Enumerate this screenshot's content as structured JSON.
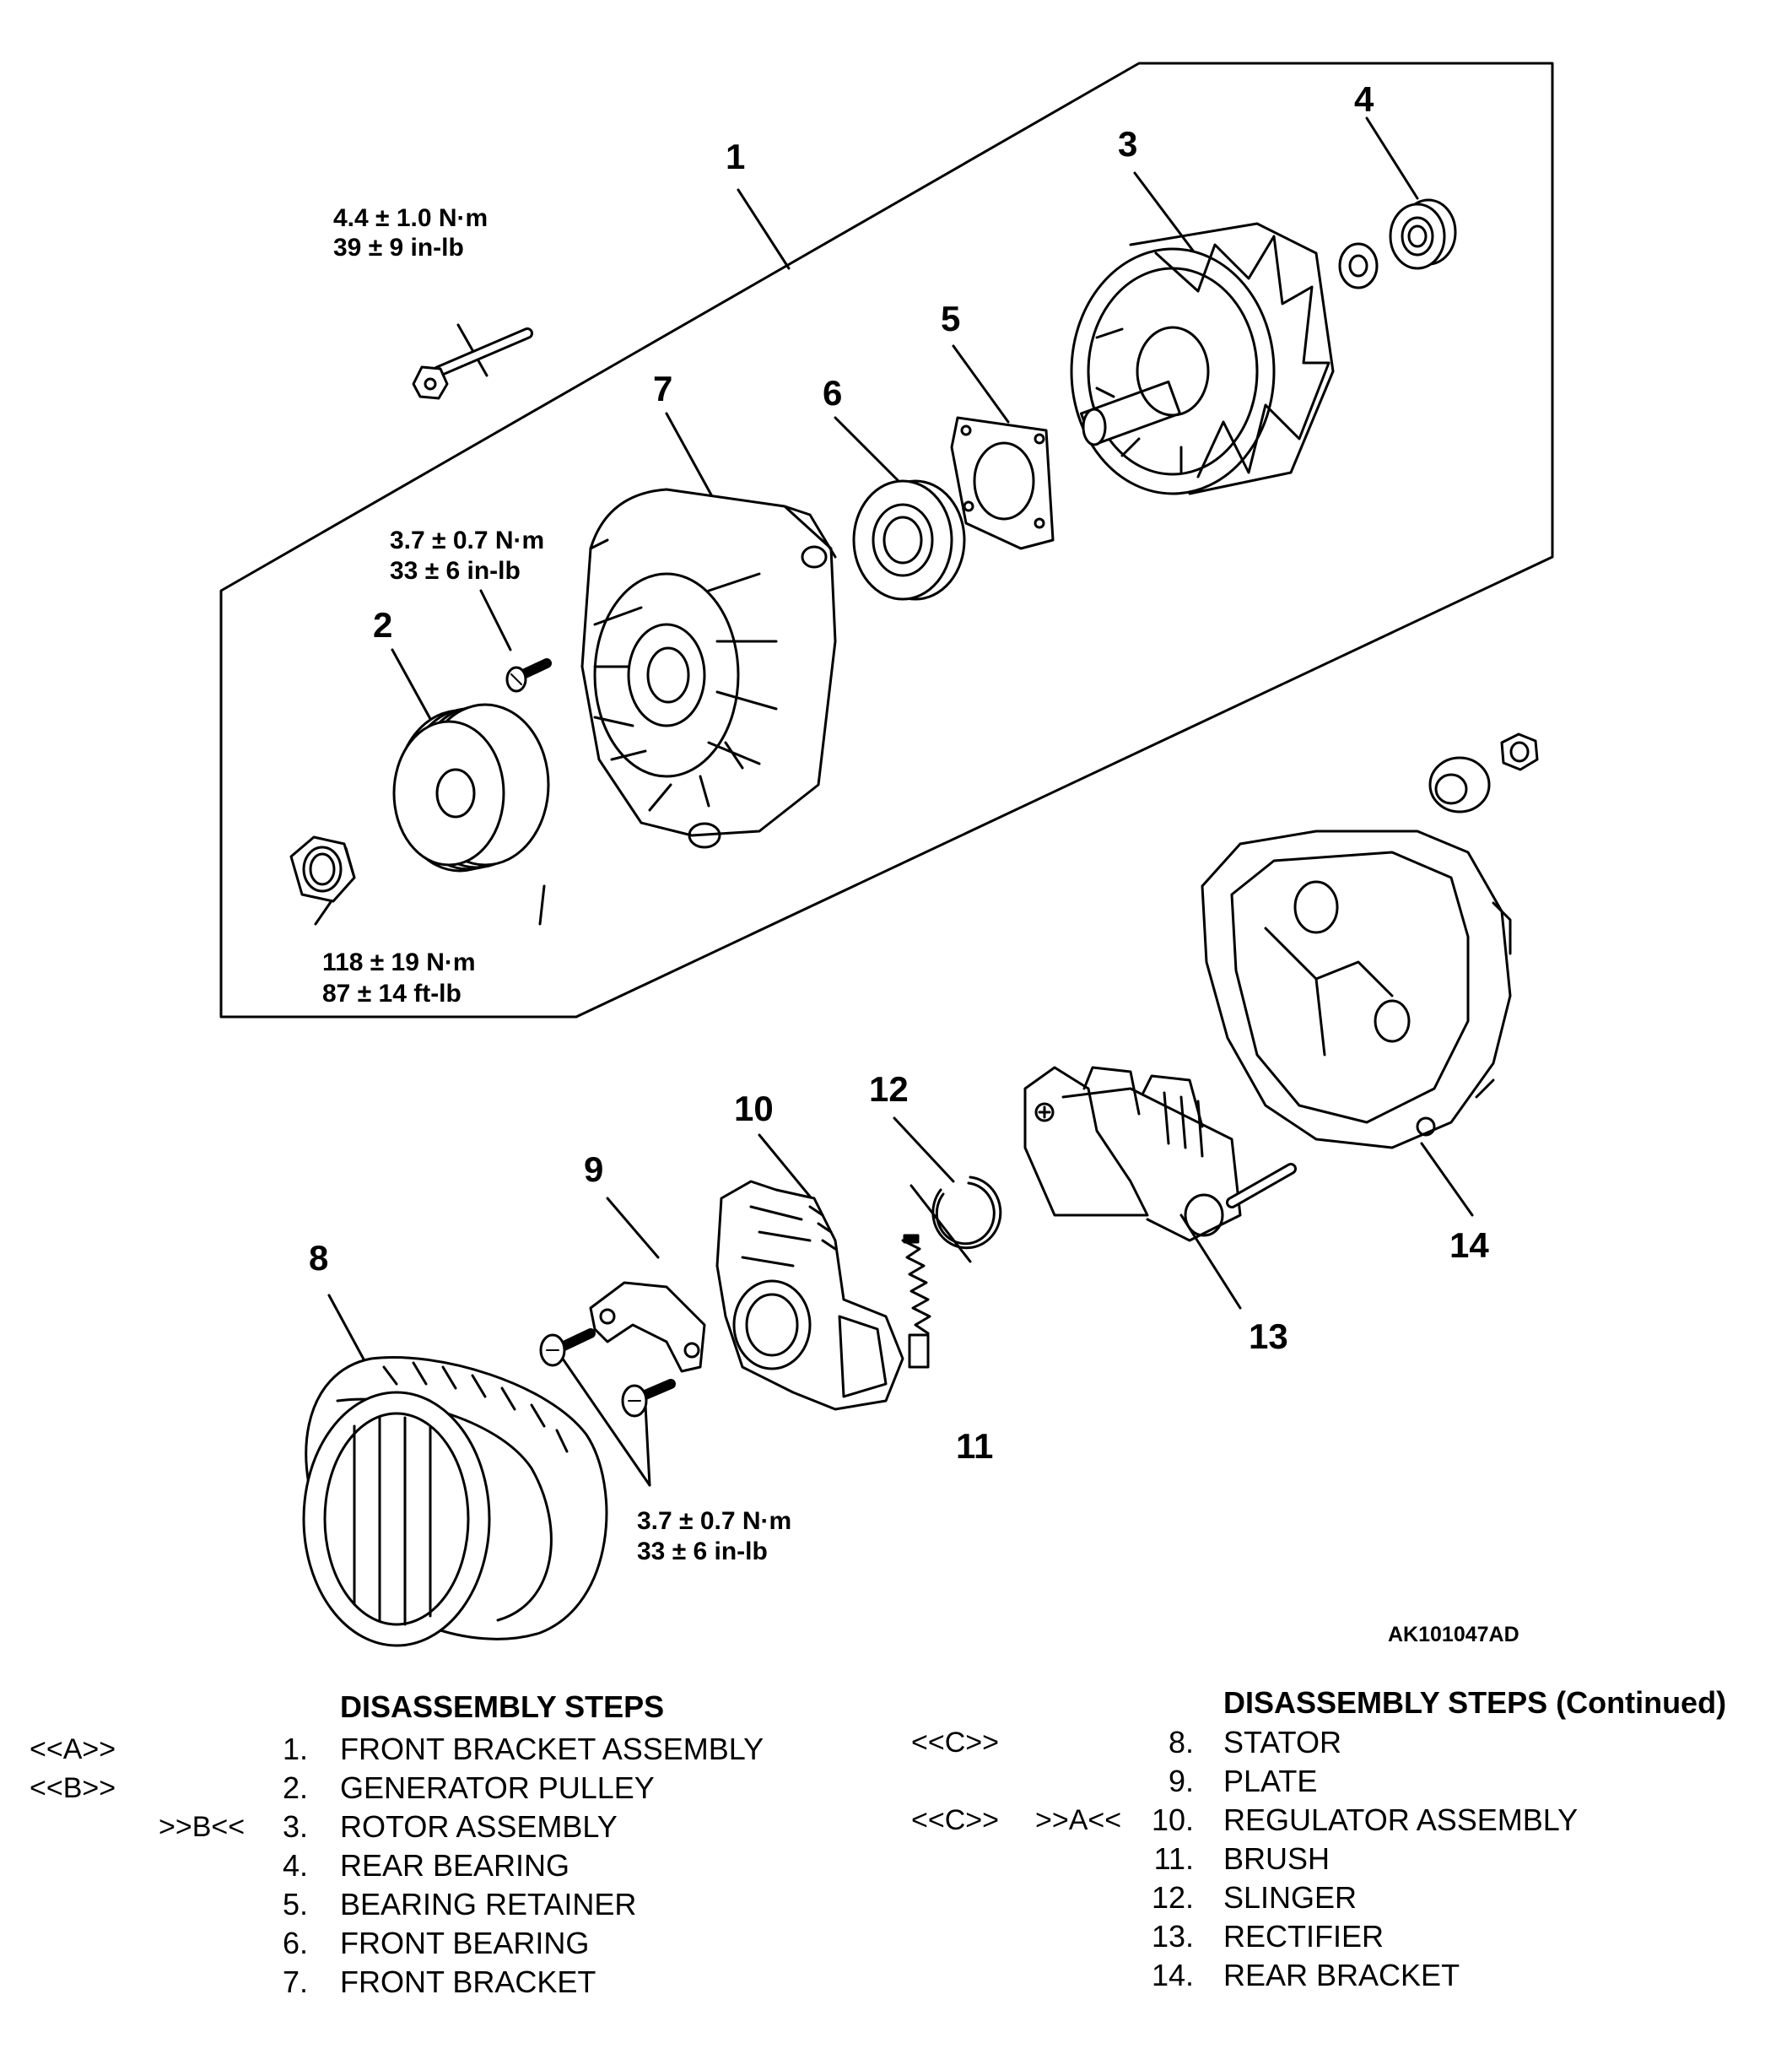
{
  "figure_id": "AK101047AD",
  "callouts": {
    "c1": "1",
    "c2": "2",
    "c3": "3",
    "c4": "4",
    "c5": "5",
    "c6": "6",
    "c7": "7",
    "c8": "8",
    "c9": "9",
    "c10": "10",
    "c11": "11",
    "c12": "12",
    "c13": "13",
    "c14": "14"
  },
  "torque_specs": {
    "bolt": {
      "metric": "4.4 ± 1.0 N·m",
      "imperial": "39 ± 9 in-lb"
    },
    "screw": {
      "metric": "3.7 ± 0.7 N·m",
      "imperial": "33 ± 6 in-lb"
    },
    "nut": {
      "metric": "118 ± 19 N·m",
      "imperial": "87 ± 14 ft-lb"
    },
    "regulator_screws": {
      "metric": "3.7 ± 0.7 N·m",
      "imperial": "33 ± 6 in-lb"
    }
  },
  "steps_left": {
    "title": "DISASSEMBLY STEPS",
    "items": [
      {
        "mark_a": "<<A>>",
        "mark_b": "",
        "num": "1.",
        "name": "FRONT BRACKET ASSEMBLY"
      },
      {
        "mark_a": "<<B>>",
        "mark_b": "",
        "num": "2.",
        "name": "GENERATOR PULLEY"
      },
      {
        "mark_a": "",
        "mark_b": ">>B<<",
        "num": "3.",
        "name": "ROTOR ASSEMBLY"
      },
      {
        "mark_a": "",
        "mark_b": "",
        "num": "4.",
        "name": "REAR BEARING"
      },
      {
        "mark_a": "",
        "mark_b": "",
        "num": "5.",
        "name": "BEARING RETAINER"
      },
      {
        "mark_a": "",
        "mark_b": "",
        "num": "6.",
        "name": "FRONT BEARING"
      },
      {
        "mark_a": "",
        "mark_b": "",
        "num": "7.",
        "name": "FRONT BRACKET"
      }
    ]
  },
  "steps_right": {
    "title": "DISASSEMBLY STEPS (Continued)",
    "items": [
      {
        "mark_a": "<<C>>",
        "mark_b": "",
        "num": "8.",
        "name": "STATOR"
      },
      {
        "mark_a": "",
        "mark_b": "",
        "num": "9.",
        "name": "PLATE"
      },
      {
        "mark_a": "<<C>>",
        "mark_b": ">>A<<",
        "num": "10.",
        "name": "REGULATOR ASSEMBLY"
      },
      {
        "mark_a": "",
        "mark_b": "",
        "num": "11.",
        "name": "BRUSH"
      },
      {
        "mark_a": "",
        "mark_b": "",
        "num": "12.",
        "name": "SLINGER"
      },
      {
        "mark_a": "",
        "mark_b": "",
        "num": "13.",
        "name": "RECTIFIER"
      },
      {
        "mark_a": "",
        "mark_b": "",
        "num": "14.",
        "name": "REAR BRACKET"
      }
    ]
  }
}
